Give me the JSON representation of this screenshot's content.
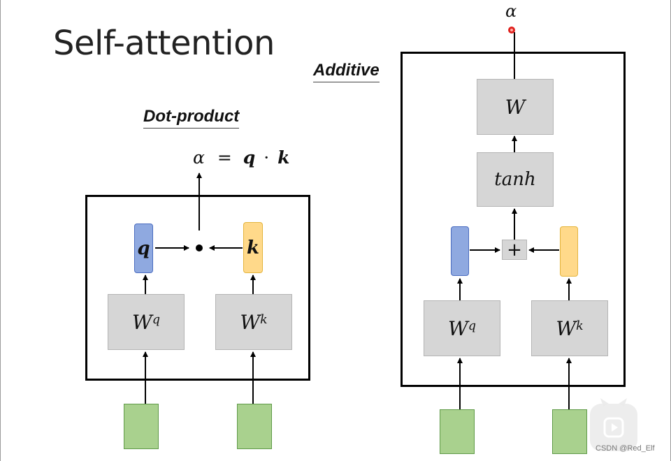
{
  "slide": {
    "title": "Self-attention"
  },
  "dot_product": {
    "label": "Dot-product",
    "formula": {
      "alpha": "α",
      "eq": "=",
      "q": "q",
      "dot": "·",
      "k": "k"
    },
    "q_vector": "q",
    "k_vector": "k",
    "wq": {
      "base": "W",
      "sup": "q"
    },
    "wk": {
      "base": "W",
      "sup": "k"
    }
  },
  "additive": {
    "label": "Additive",
    "output": "α",
    "w_box": "W",
    "tanh_box": "tanh",
    "plus": "+",
    "wq": {
      "base": "W",
      "sup": "q"
    },
    "wk": {
      "base": "W",
      "sup": "k"
    }
  },
  "colors": {
    "query_vector": "#8fa9e0",
    "key_vector": "#ffd98a",
    "input_vector": "#a9d18e",
    "weight_box": "#d6d6d6",
    "cursor": "#e0211d"
  },
  "overlay": {
    "watermark": "CSDN @Red_Elf",
    "play_icon": "play-icon"
  }
}
